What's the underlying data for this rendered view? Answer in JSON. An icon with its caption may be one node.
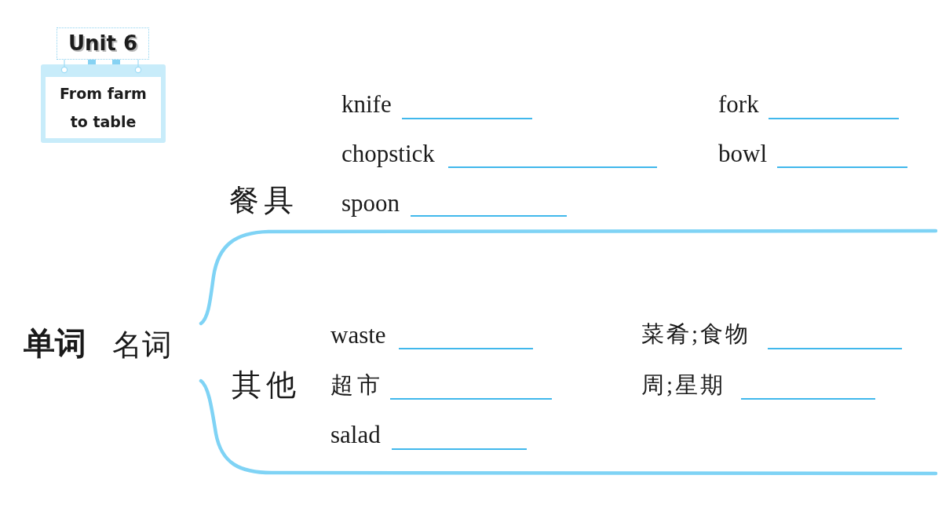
{
  "diagram": {
    "nodes": [
      {
        "text": [
          "Unit 6"
        ]
      },
      {
        "text": [
          "From farm to table"
        ]
      }
    ],
    "labels": [
      "单词",
      "名词",
      "餐具",
      "knife",
      "fork",
      "chopstick",
      "bowl",
      "spoon",
      "其他",
      "waste",
      "菜肴;食物",
      "超市",
      "周;星期",
      "salad"
    ]
  }
}
